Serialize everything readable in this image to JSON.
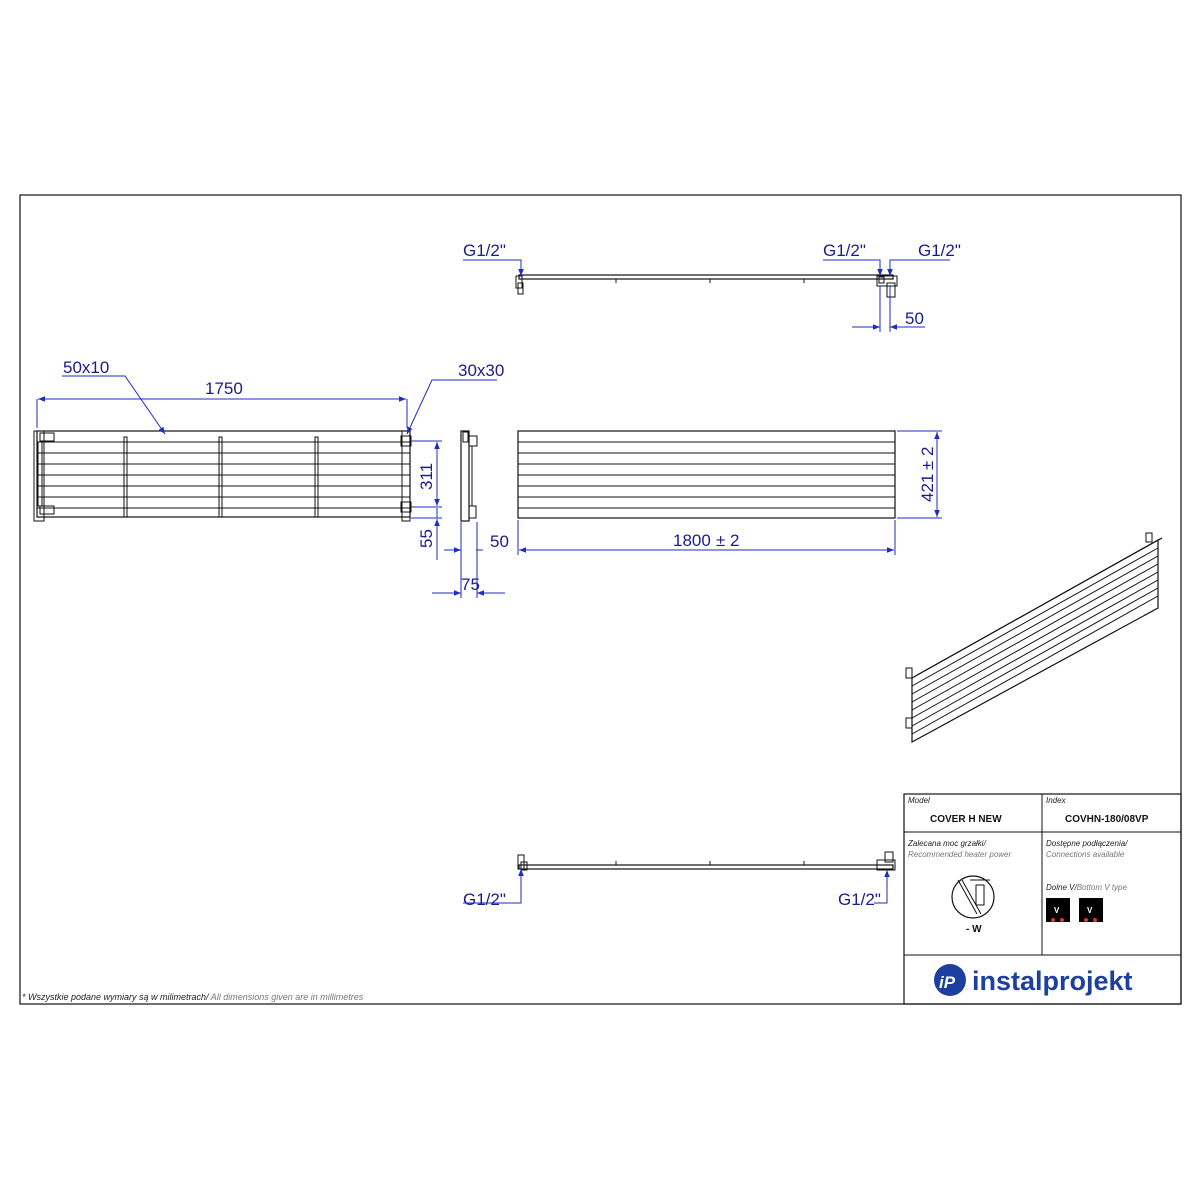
{
  "dimensions": {
    "top_left_conn": "G1/2\"",
    "top_right_conn_a": "G1/2\"",
    "top_right_conn_b": "G1/2\"",
    "top_spacing": "50",
    "profile_left": "50x10",
    "profile_right": "30x30",
    "overall_inner_width": "1750",
    "bracket_height": "311",
    "bottom_offset": "55",
    "side_depth": "75",
    "wall_gap": "50",
    "overall_width": "1800",
    "overall_width_tol": "± 2",
    "overall_height": "421",
    "overall_height_tol": "± 2",
    "bottom_left_conn": "G1/2\"",
    "bottom_right_conn": "G1/2\""
  },
  "title_block": {
    "model_label": "Model",
    "model_value": "COVER H NEW",
    "index_label": "Index",
    "index_value": "COVHN-180/08VP",
    "heater_label_pl": "Zalecana moc grzałki/",
    "heater_label_en": "Recommended heater power",
    "heater_value": "- W",
    "connections_label_pl": "Dostępne podłączenia/",
    "connections_label_en": "Connections available",
    "connection_type_pl": "Dolne V/",
    "connection_type_en": "Bottom V type",
    "connection_badge_1": "V",
    "connection_badge_2": "V",
    "brand": "instalprojekt",
    "brand_monogram": "iP"
  },
  "footer": {
    "note_pl": "* Wszystkie podane wymiary są w milimetrach/",
    "note_en": " All dimensions given are in millimetres"
  },
  "colors": {
    "dimension": "#1f2dbf",
    "outline": "#111111",
    "brand": "#1c3fa0"
  }
}
